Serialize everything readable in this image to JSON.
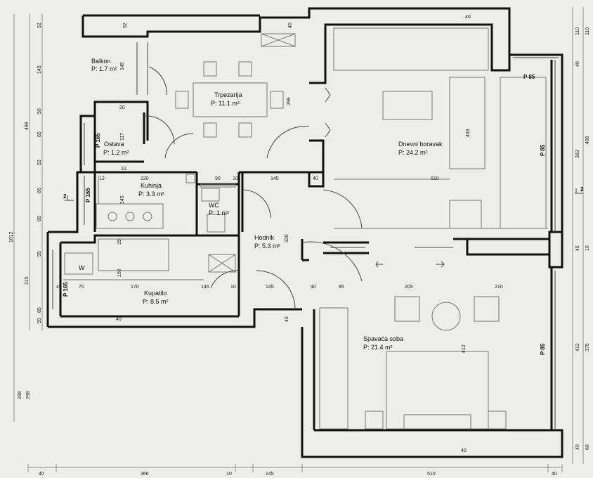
{
  "rooms": {
    "balkon": {
      "name": "Balkon",
      "area": "P: 1.7 m²"
    },
    "trpezarija": {
      "name": "Trpezarija",
      "area": "P: 11.1 m²"
    },
    "dnevni": {
      "name": "Dnevni boravak",
      "area": "P: 24.2 m²"
    },
    "ostava": {
      "name": "Ostava",
      "area": "P: 1.2 m²"
    },
    "kuhinja": {
      "name": "Kuhinja",
      "area": "P: 3.3 m²"
    },
    "wc": {
      "name": "WC",
      "area": "P: 1 m²"
    },
    "hodnik": {
      "name": "Hodnik",
      "area": "P: 5.3 m²"
    },
    "kupatilo": {
      "name": "Kupatilo",
      "area": "P: 8.5 m²"
    },
    "spavaca": {
      "name": "Spavaća soba",
      "area": "P: 21.4 m²"
    }
  },
  "labels": {
    "w": "W",
    "p165a": "P 165",
    "p165b": "P 165",
    "p165c": "P 165",
    "p85a": "P 85",
    "p85b": "P 85",
    "p85c": "P 85",
    "sec_left": "2",
    "sec_right": "2"
  },
  "dims": {
    "top_52": "52",
    "top_40a": "40",
    "top_40b": "40",
    "d145": "145",
    "d20a": "20",
    "d299": "299",
    "d117": "117",
    "d10a": "10",
    "d12": "12",
    "d220": "220",
    "d90": "90",
    "d10b": "10",
    "d145b": "145",
    "d40c": "40",
    "d145c": "145",
    "d15": "15",
    "d160": "160",
    "d320": "320",
    "d493": "493",
    "d510": "510",
    "d40d": "40",
    "d70": "70",
    "d170": "170",
    "d146": "146",
    "d10c": "10",
    "d145d": "145",
    "d40e": "40",
    "d95": "95",
    "d205": "205",
    "d210": "210",
    "d40f": "40",
    "d40g": "40",
    "d412": "412",
    "d40h": "40",
    "l52": "52",
    "l145": "145",
    "l499": "499",
    "l50": "50",
    "l65": "65",
    "l53": "53",
    "l66": "66",
    "l68": "68",
    "l1012": "1012",
    "l95": "95",
    "l215": "215",
    "l85": "85",
    "l55": "55",
    "l298a": "298",
    "l298b": "298",
    "r110a": "110",
    "r110b": "110",
    "r40a": "40",
    "r406": "406",
    "r383": "383",
    "r45": "45",
    "r10": "10",
    "r412": "412",
    "r375": "375",
    "r60": "60",
    "r40b": "40",
    "b40a": "40",
    "b366": "366",
    "b10": "10",
    "b145": "145",
    "b510": "510",
    "b40b": "40"
  }
}
